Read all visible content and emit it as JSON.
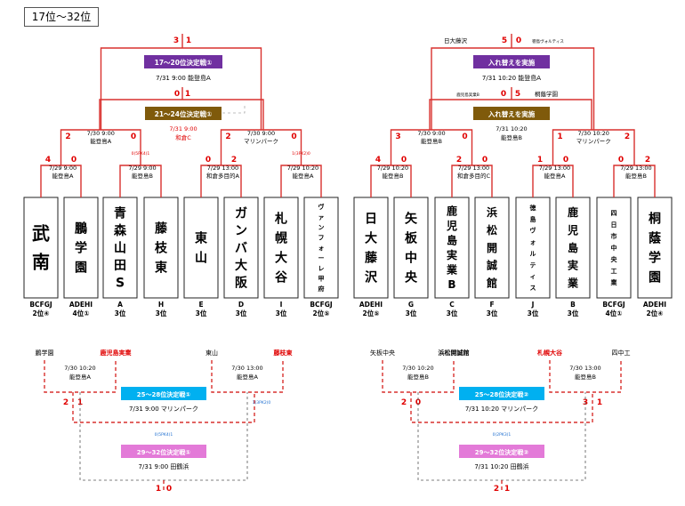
{
  "title": "17位～32位",
  "colors": {
    "line": "#d9302e",
    "box": "#222",
    "purple": "#7030a0",
    "brown": "#7f5a0b",
    "cyan": "#00b0f0",
    "pink": "#e37ad8",
    "red": "#e00000",
    "blue": "#1f6fd0"
  },
  "teams": [
    {
      "name": "武南",
      "group": "BCFGJ",
      "rank": "2位④",
      "size": "big"
    },
    {
      "name": "鵬学園",
      "group": "ADEHI",
      "rank": "4位①",
      "size": "mid"
    },
    {
      "name": "青森山田S",
      "group": "A",
      "rank": "3位",
      "size": "mid"
    },
    {
      "name": "藤枝東",
      "group": "H",
      "rank": "3位",
      "size": "mid"
    },
    {
      "name": "東山",
      "group": "E",
      "rank": "3位",
      "size": "mid"
    },
    {
      "name": "ガンバ大阪",
      "group": "D",
      "rank": "3位",
      "size": "mid"
    },
    {
      "name": "札幌大谷",
      "group": "I",
      "rank": "3位",
      "size": "mid"
    },
    {
      "name": "ヴァンフォーレ甲府",
      "group": "BCFGJ",
      "rank": "2位⑤",
      "size": "small"
    },
    {
      "name": "日大藤沢",
      "group": "ADEHI",
      "rank": "2位⑤",
      "size": "mid"
    },
    {
      "name": "矢板中央",
      "group": "G",
      "rank": "3位",
      "size": "mid"
    },
    {
      "name": "鹿児島実業B",
      "group": "C",
      "rank": "3位",
      "size": "smid"
    },
    {
      "name": "浜松開誠館",
      "group": "F",
      "rank": "3位",
      "size": "smid"
    },
    {
      "name": "徳島ヴォルティス",
      "group": "J",
      "rank": "3位",
      "size": "small"
    },
    {
      "name": "鹿児島実業",
      "group": "B",
      "rank": "3位",
      "size": "smid"
    },
    {
      "name": "四日市中央工業",
      "group": "BCFGJ",
      "rank": "4位①",
      "size": "small"
    },
    {
      "name": "桐蔭学園",
      "group": "ADEHI",
      "rank": "2位④",
      "size": "mid"
    }
  ],
  "r1": [
    {
      "date": "7/29",
      "time": "9:00",
      "venue": "能登島A",
      "l": "4",
      "r": "0"
    },
    {
      "date": "7/29",
      "time": "9:00",
      "venue": "能登島B",
      "l": "",
      "r": "",
      "pk": "0(5PK4)1"
    },
    {
      "date": "7/29",
      "time": "13:00",
      "venue": "和倉多目的A",
      "l": "0",
      "r": "2"
    },
    {
      "date": "7/29",
      "time": "10:20",
      "venue": "能登島A",
      "l": "",
      "r": "",
      "pk": "1(3PK2)0"
    },
    {
      "date": "7/29",
      "time": "10:20",
      "venue": "能登島B",
      "l": "4",
      "r": "0"
    },
    {
      "date": "7/29",
      "time": "13:00",
      "venue": "和倉多目的C",
      "l": "2",
      "r": "0"
    },
    {
      "date": "7/29",
      "time": "13:00",
      "venue": "能登島A",
      "l": "1",
      "r": "0"
    },
    {
      "date": "7/29",
      "time": "13:00",
      "venue": "能登島B",
      "l": "0",
      "r": "2"
    }
  ],
  "r2": [
    {
      "date": "7/30",
      "time": "9:00",
      "venue": "能登島A",
      "l": "2",
      "r": "0"
    },
    {
      "date": "7/30",
      "time": "9:00",
      "venue": "マリンパーク",
      "l": "2",
      "r": "0"
    },
    {
      "date": "7/30",
      "time": "9:00",
      "venue": "能登島B",
      "l": "3",
      "r": "0"
    },
    {
      "date": "7/30",
      "time": "10:20",
      "venue": "マリンパーク",
      "l": "1",
      "r": "2"
    }
  ],
  "left_top": {
    "label": "17～20位決定戦①",
    "date": "7/31",
    "time": "9:00",
    "venue": "能登島A",
    "l": "3",
    "r": "1"
  },
  "left_mid": {
    "label": "21～24位決定戦①",
    "date": "7/31",
    "time": "9:00",
    "venue": "和倉C",
    "l": "0",
    "r": "1"
  },
  "right_top": {
    "label": "入れ替えを実施",
    "date": "7/31",
    "time": "10:20",
    "venue": "能登島A",
    "l": "5",
    "r": "0",
    "lname": "日大藤沢",
    "rname": "徳島ヴォルティス"
  },
  "right_mid": {
    "label": "入れ替えを実施",
    "date": "7/31",
    "time": "10:20",
    "venue": "能登島B",
    "l": "0",
    "r": "5",
    "lname": "鹿児島実業B",
    "rname": "桐蔭学園"
  },
  "bottom_left": {
    "names": [
      "鵬学園",
      "鹿児島実業",
      "東山",
      "藤枝東"
    ],
    "m1": {
      "date": "7/30",
      "time": "10:20",
      "venue": "能登島A"
    },
    "m2": {
      "date": "7/30",
      "time": "13:00",
      "venue": "能登島A"
    },
    "s1l": "2",
    "s1r": "1",
    "pk2": "1(3PK2)0",
    "box1": {
      "label": "25～28位決定戦①",
      "date": "7/31",
      "time": "9:00",
      "venue": "マリンパーク"
    },
    "pkc": "0(5PK4)1",
    "box2": {
      "label": "29～32位決定戦①",
      "date": "7/31",
      "time": "9:00",
      "venue": "田鶴浜"
    },
    "fl": "1",
    "fr": "0"
  },
  "bottom_right": {
    "names": [
      "矢板中央",
      "浜松開誠館",
      "札幌大谷",
      "四中工"
    ],
    "m1": {
      "date": "7/30",
      "time": "10:20",
      "venue": "能登島B"
    },
    "m2": {
      "date": "7/30",
      "time": "13:00",
      "venue": "能登島B"
    },
    "s1l": "2",
    "s1r": "0",
    "s2l": "3",
    "s2r": "1",
    "box1": {
      "label": "25～28位決定戦②",
      "date": "7/31",
      "time": "10:20",
      "venue": "マリンパーク"
    },
    "pkc": "0(2PK3)1",
    "box2": {
      "label": "29～32位決定戦②",
      "date": "7/31",
      "time": "10:20",
      "venue": "田鶴浜"
    },
    "fl": "2",
    "fr": "1"
  }
}
